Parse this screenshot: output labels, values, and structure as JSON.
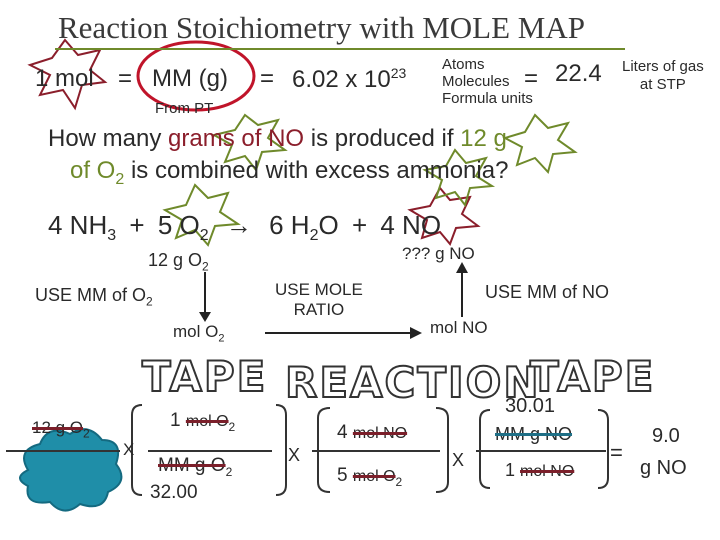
{
  "title": "Reaction Stoichiometry with MOLE MAP",
  "mole_row": {
    "one_mol": "1 mol",
    "eq1": "=",
    "mm": "MM (g)",
    "eq2": "=",
    "avogadro": "6.02 x 10",
    "exp": "23",
    "atoms": "Atoms",
    "molecules": "Molecules",
    "formula_units": "Formula units",
    "eq3": "=",
    "volume": "22.4",
    "liters": "Liters of gas",
    "at_stp": "at STP",
    "from_pt": "From PT"
  },
  "question": {
    "q1": "How many",
    "q2": "grams of NO",
    "q3": "is produced if",
    "q4": "12 g",
    "q5": "of O",
    "q5sub": "2",
    "q6": "is combined with excess ammonia?"
  },
  "equation": {
    "c1": "4 NH",
    "s1": "3",
    "plus1": "+",
    "c2": "5 O",
    "s2": "2",
    "arrow": "→",
    "c3": "6 H",
    "s3": "2",
    "c3b": "O",
    "plus2": "+",
    "c4": "4 NO"
  },
  "map": {
    "given": "12 g O",
    "given_sub": "2",
    "unknown": "??? g NO",
    "use_mm_o2": "USE MM of O",
    "use_mm_o2_sub": "2",
    "mol_o2": "mol O",
    "mol_o2_sub": "2",
    "use_ratio_1": "USE MOLE",
    "use_ratio_2": "RATIO",
    "use_mm_no": "USE MM of NO",
    "mol_no": "mol NO"
  },
  "tape_words": {
    "w1": "TAPE",
    "w2": "REACTION",
    "w3": "TAPE"
  },
  "calc": {
    "start": "12 g O",
    "start_sub": "2",
    "x1": "X",
    "f1_top_num": "1",
    "f1_top_unit": "mol O",
    "f1_top_sub": "2",
    "f1_bot_unit": "MM g O",
    "f1_bot_sub": "2",
    "f1_bot_val": "32.00",
    "x2": "X",
    "f2_top_num": "4",
    "f2_top_unit": "mol NO",
    "f2_bot_num": "5",
    "f2_bot_unit": "mol O",
    "f2_bot_sub": "2",
    "x3": "X",
    "f3_top_val": "30.01",
    "f3_top_unit": "MM g NO",
    "f3_bot_num": "1",
    "f3_bot_unit": "mol NO",
    "equals": "=",
    "answer_val": "9.0",
    "answer_unit": "g NO"
  },
  "colors": {
    "accent_red": "#8b1e2b",
    "accent_green": "#6f8a2b",
    "teal": "#1f6f86"
  }
}
